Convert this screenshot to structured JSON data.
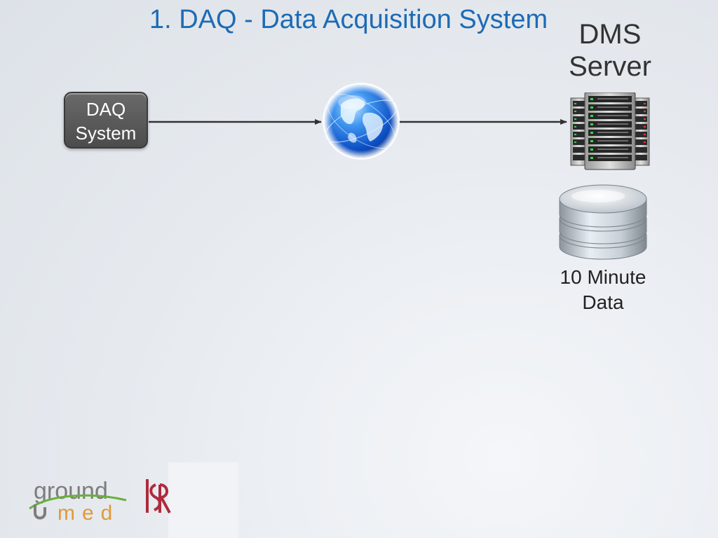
{
  "slide": {
    "title": "1. DAQ - Data Acquisition System"
  },
  "nodes": {
    "daq": {
      "line1": "DAQ",
      "line2": "System"
    },
    "server": {
      "line1": "DMS",
      "line2": "Server"
    },
    "database": {
      "line1": "10 Minute",
      "line2": "Data"
    }
  },
  "logos": {
    "groundmed_top": "ground",
    "groundmed_bottom": "med",
    "isr": "ISR"
  },
  "colors": {
    "title": "#1d6bb5",
    "globe": "#2a7de8",
    "logo_green": "#6bb03a",
    "logo_orange": "#e09a3a",
    "logo_red": "#b02a3c"
  },
  "icons": {
    "network": "globe-icon",
    "server": "server-rack-icon",
    "storage": "database-icon"
  }
}
